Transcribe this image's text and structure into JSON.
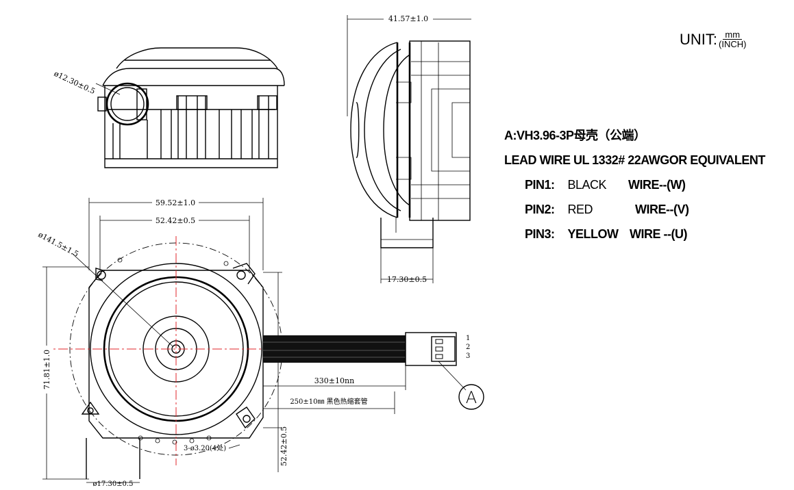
{
  "unit": {
    "label": "UNIT:",
    "numerator": "mm",
    "denominator": "(INCH)"
  },
  "notes": {
    "connector": "A:VH3.96-3P母壳（公端）",
    "lead_wire": "LEAD WIRE UL 1332# 22AWGOR EQUIVALENT",
    "pins": [
      {
        "pin": "PIN1:",
        "color": "BLACK",
        "wire": "WIRE--(W)"
      },
      {
        "pin": "PIN2:",
        "color": "RED",
        "wire": "WIRE--(V)"
      },
      {
        "pin": "PIN3:",
        "color": "YELLOW",
        "wire": "WIRE --(U)"
      }
    ]
  },
  "dimensions": {
    "outlet_dia": "ø12.30±0.5",
    "side_depth": "41.57±1.0",
    "side_outlet": "17.30±0.5",
    "overall_width": "59.52±1.0",
    "mount_width": "52.42±0.5",
    "mount_circle": "ø141.5±1.5",
    "overall_height": "71.81±1.0",
    "mount_height": "52.42±0.5",
    "bottom_outlet": "ø17.30±0.5",
    "lead_length": "330±10nn",
    "sleeve_length": "250±10㎜ 黑色热缩套管",
    "mount_holes": "3-ø3.20(4处)",
    "pin_numbers": [
      "1",
      "2",
      "3"
    ],
    "connector_tag": "A"
  }
}
